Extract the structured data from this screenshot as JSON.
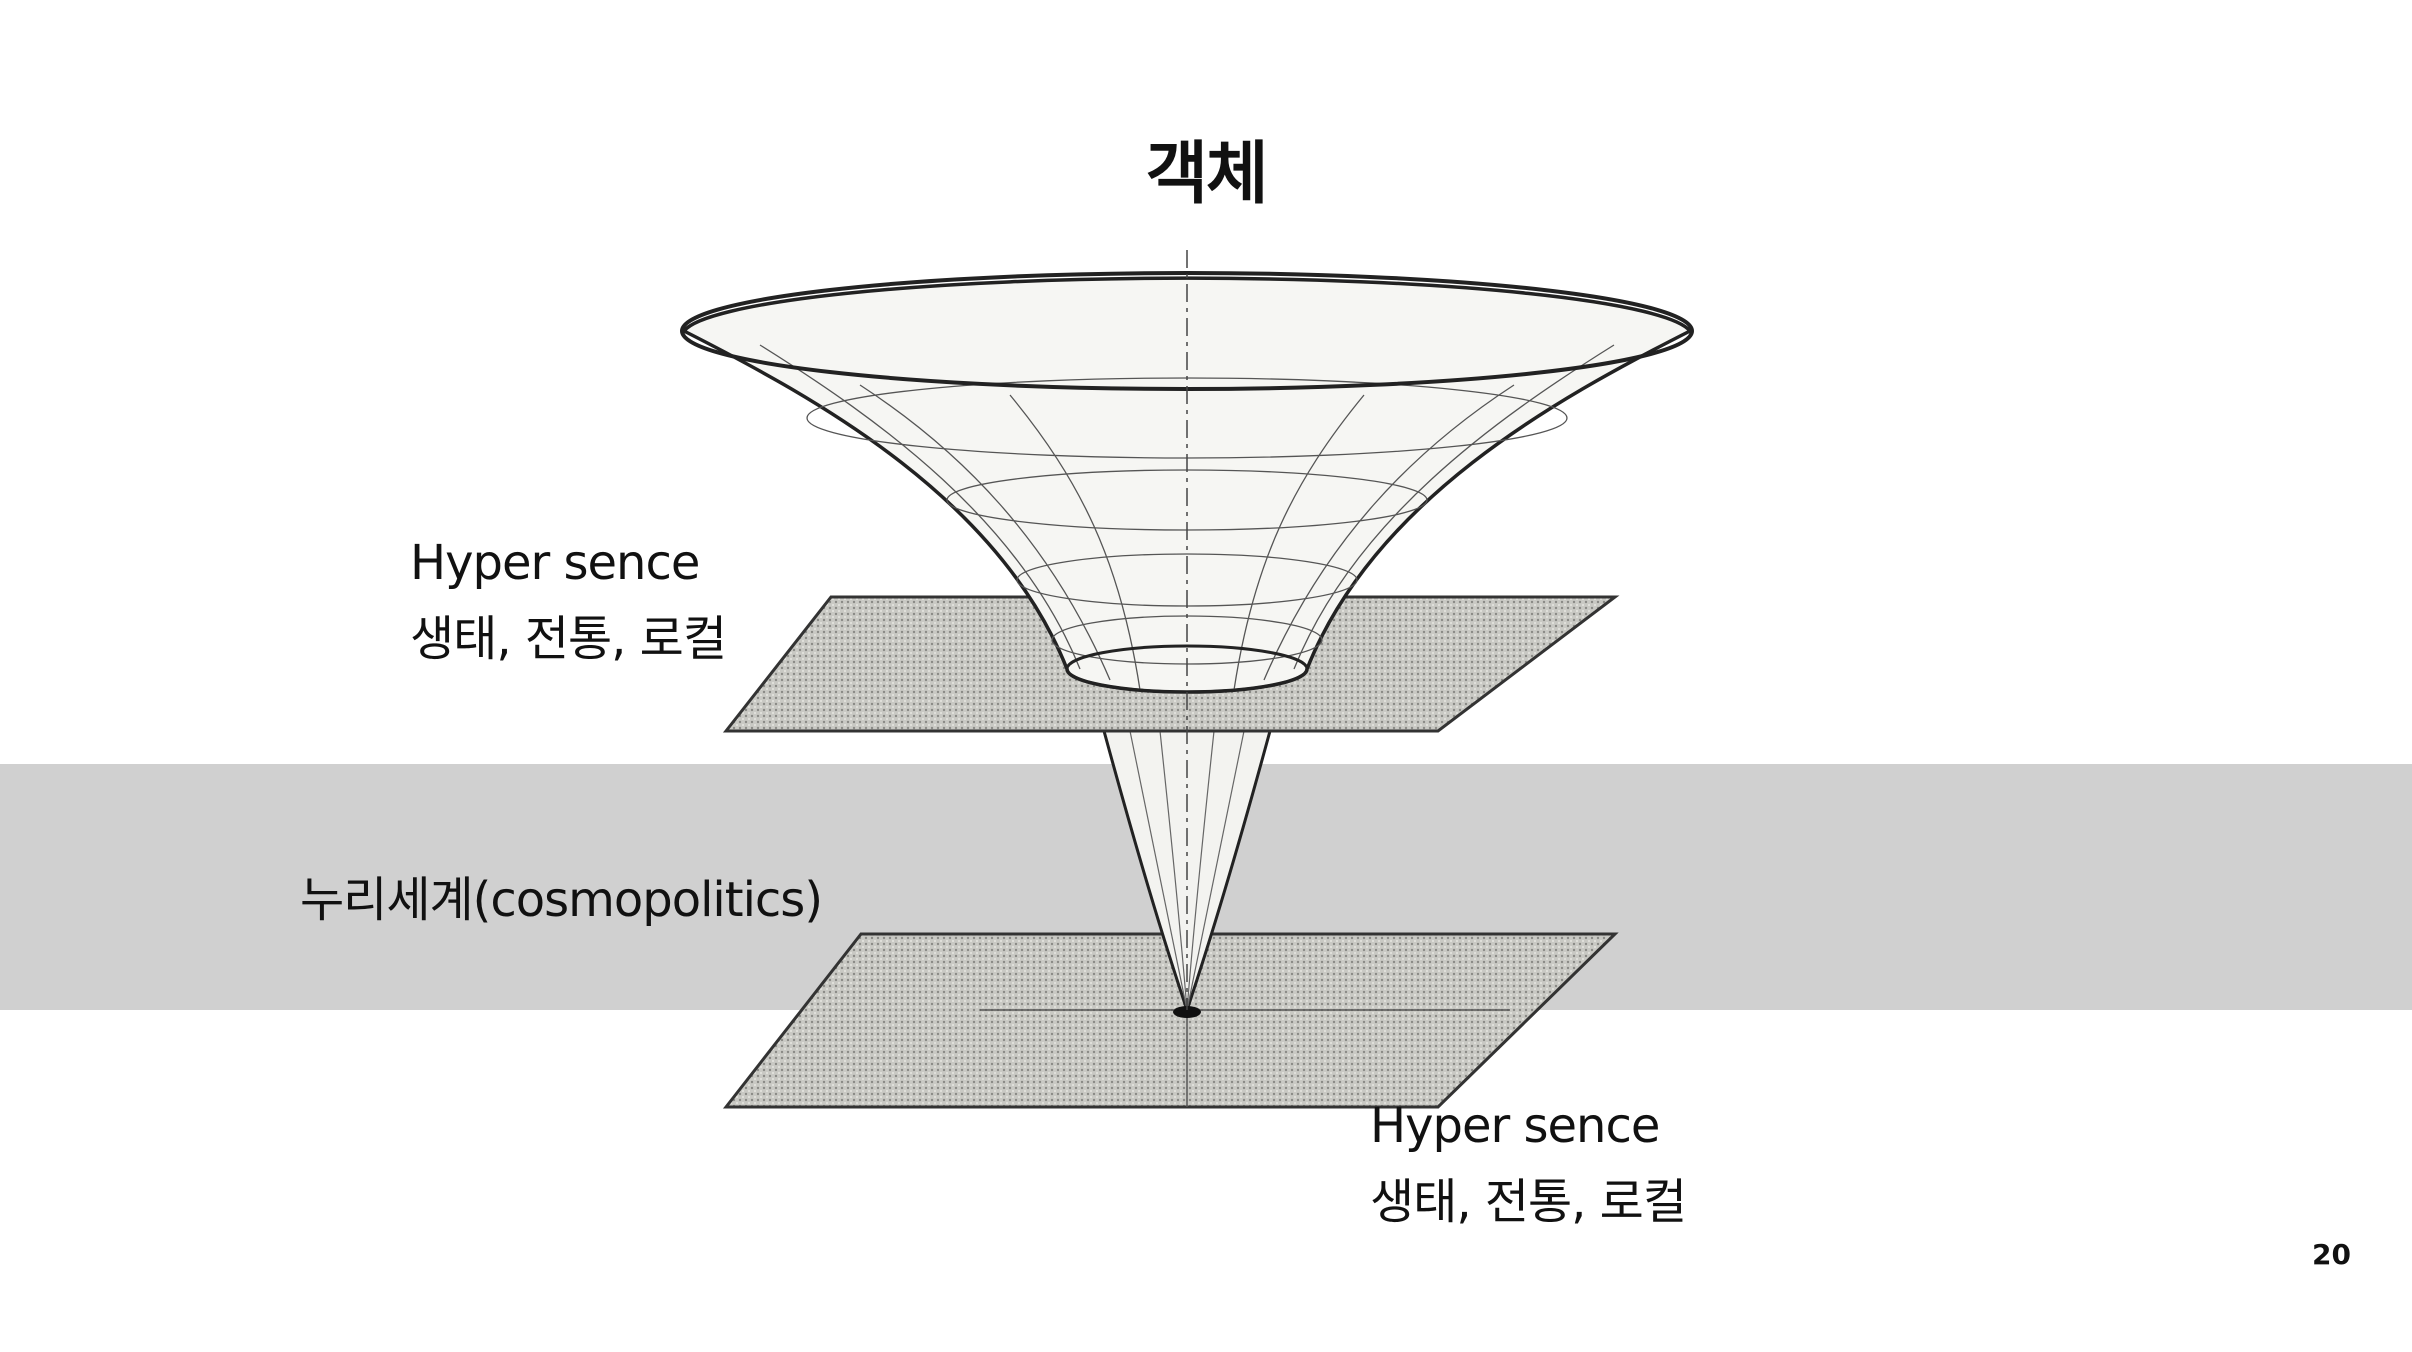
{
  "slide": {
    "title": "객체",
    "upper_label": {
      "line1": "Hyper sence",
      "line2": "생태, 전통, 로컬"
    },
    "middle_label": "누리세계(cosmopolitics)",
    "lower_label": {
      "line1": "Hyper sence",
      "line2": "생태, 전통, 로컬"
    },
    "page_number": "20",
    "band_color": "#d0d0d0"
  }
}
